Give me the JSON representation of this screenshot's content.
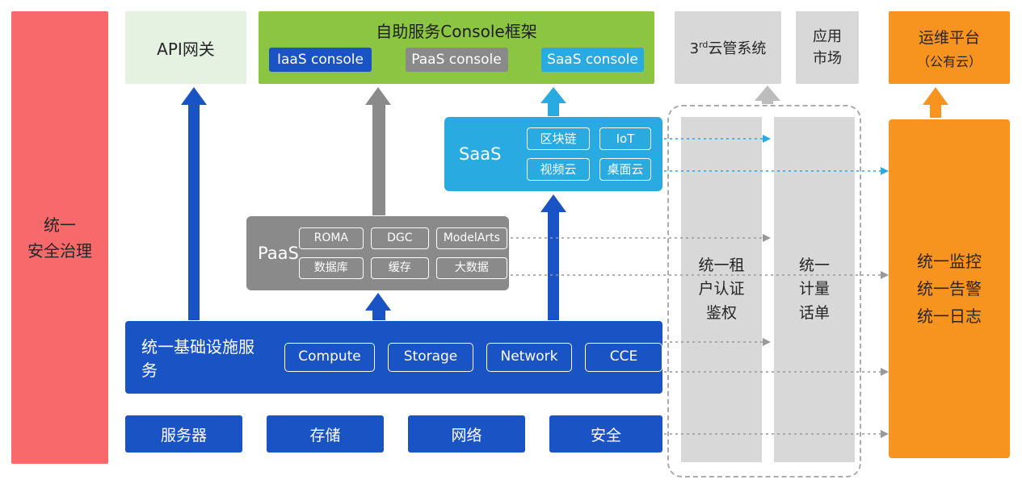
{
  "palette": {
    "red": "#F8696B",
    "light_green": "#E5F2E2",
    "green": "#8CC541",
    "blue": "#1A53C4",
    "gray": "#8A8A8A",
    "light_gray": "#D8D8D8",
    "cyan": "#29ABE2",
    "orange": "#F79420"
  },
  "left_bar": {
    "label": "统一\n安全治理"
  },
  "api_gateway": {
    "label": "API网关"
  },
  "console_frame": {
    "title": "自助服务Console框架",
    "consoles": [
      {
        "label": "IaaS console"
      },
      {
        "label": "PaaS console"
      },
      {
        "label": "SaaS console"
      }
    ]
  },
  "third_party_cms": {
    "prefix": "3",
    "sup": "rd",
    "suffix": "云管系统"
  },
  "app_market": {
    "label": "应用\n市场"
  },
  "om_platform": {
    "line1": "运维平台",
    "line2": "（公有云）"
  },
  "saas": {
    "label": "SaaS",
    "items": [
      "区块链",
      "IoT",
      "视频云",
      "桌面云"
    ]
  },
  "paas": {
    "label": "PaaS",
    "items": [
      "ROMA",
      "DGC",
      "ModelArts",
      "数据库",
      "缓存",
      "大数据"
    ]
  },
  "infra": {
    "label": "统一基础设施服务",
    "items": [
      "Compute",
      "Storage",
      "Network",
      "CCE"
    ]
  },
  "hardware": [
    "服务器",
    "存储",
    "网络",
    "安全"
  ],
  "auth_bar": {
    "label": "统一租\n户认证\n鉴权"
  },
  "billing_bar": {
    "label": "统一\n计量\n话单"
  },
  "monitor_bar": {
    "label": "统一监控\n统一告警\n统一日志"
  }
}
